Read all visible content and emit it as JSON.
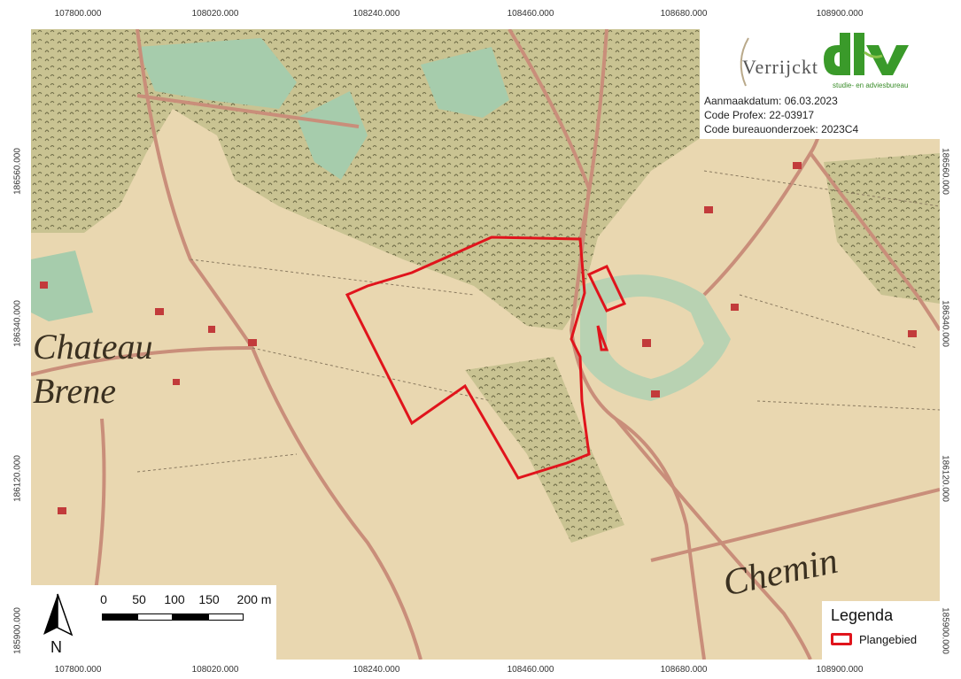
{
  "grid": {
    "x_labels": [
      "107800.000",
      "108020.000",
      "108240.000",
      "108460.000",
      "108680.000",
      "108900.000"
    ],
    "y_labels": [
      "186560.000",
      "186340.000",
      "186120.000",
      "185900.000"
    ]
  },
  "map_text": {
    "chateau": "Chateau",
    "brene": "Brene",
    "chemin": "Chemin"
  },
  "info": {
    "logo_verrijckt": "Verrijckt",
    "logo_dlv": "dlv",
    "logo_dlv_sub": "studie- en adviesbureau",
    "date_line": "Aanmaakdatum: 06.03.2023",
    "profex_line": "Code Profex: 22-03917",
    "bureau_line": "Code bureauonderzoek: 2023C4"
  },
  "scale": {
    "north": "N",
    "labels": [
      "0",
      "50",
      "100",
      "150",
      "200 m"
    ]
  },
  "legend": {
    "title": "Legenda",
    "items": [
      {
        "label": "Plangebied",
        "color": "#e0141c"
      }
    ]
  },
  "colors": {
    "paper": "#e9d7b0",
    "forest": "#c7c28e",
    "meadow": "#9cc7a6",
    "road": "#c98e7a",
    "boundary": "#e0141c",
    "building": "#c23b3b"
  }
}
